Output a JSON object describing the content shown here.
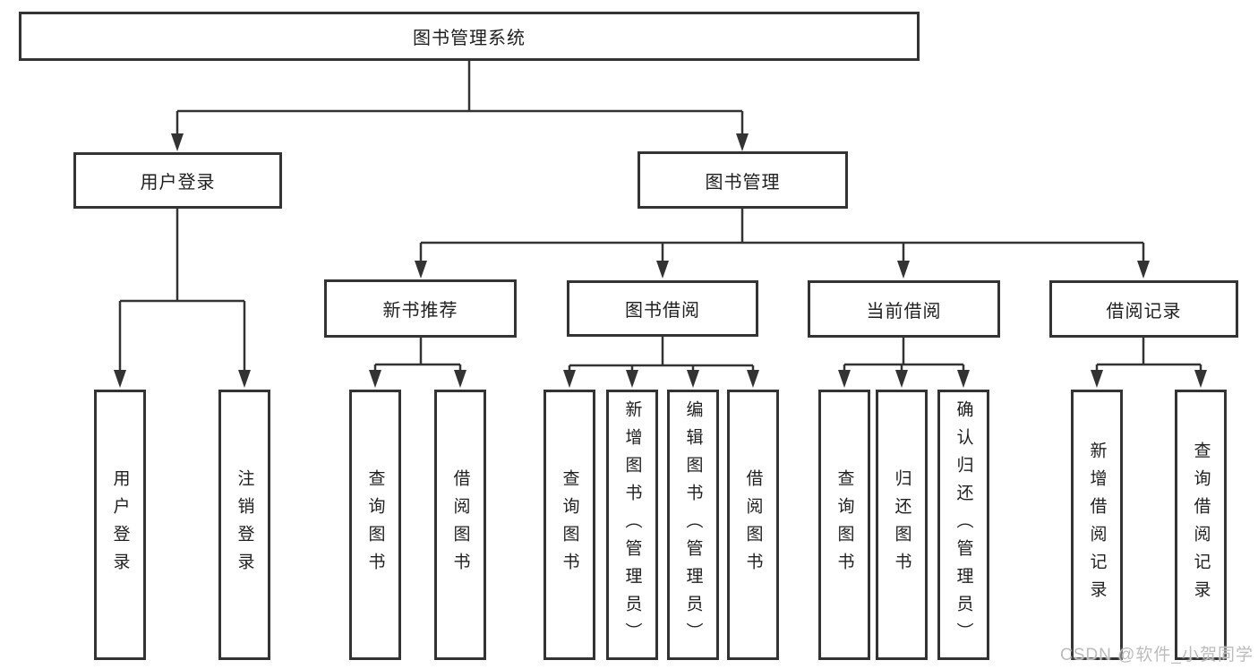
{
  "diagram": {
    "root": {
      "label": "图书管理系统",
      "children": [
        {
          "label": "用户登录",
          "children": [
            {
              "label": "用户登录"
            },
            {
              "label": "注销登录"
            }
          ]
        },
        {
          "label": "图书管理",
          "children": [
            {
              "label": "新书推荐",
              "children": [
                {
                  "label": "查询图书"
                },
                {
                  "label": "借阅图书"
                }
              ]
            },
            {
              "label": "图书借阅",
              "children": [
                {
                  "label": "查询图书"
                },
                {
                  "label": "新增图书（管理员）"
                },
                {
                  "label": "编辑图书（管理员）"
                },
                {
                  "label": "借阅图书"
                }
              ]
            },
            {
              "label": "当前借阅",
              "children": [
                {
                  "label": "查询图书"
                },
                {
                  "label": "归还图书"
                },
                {
                  "label": "确认归还（管理员）"
                }
              ]
            },
            {
              "label": "借阅记录",
              "children": [
                {
                  "label": "新增借阅记录"
                },
                {
                  "label": "查询借阅记录"
                }
              ]
            }
          ]
        }
      ]
    },
    "colors": {
      "line": "#333333",
      "border": "#333333",
      "text": "#1f1f1f",
      "background": "#ffffff",
      "watermark": "#bcbcbc"
    }
  },
  "watermark": {
    "text": "CSDN @软件_小贺同学"
  }
}
